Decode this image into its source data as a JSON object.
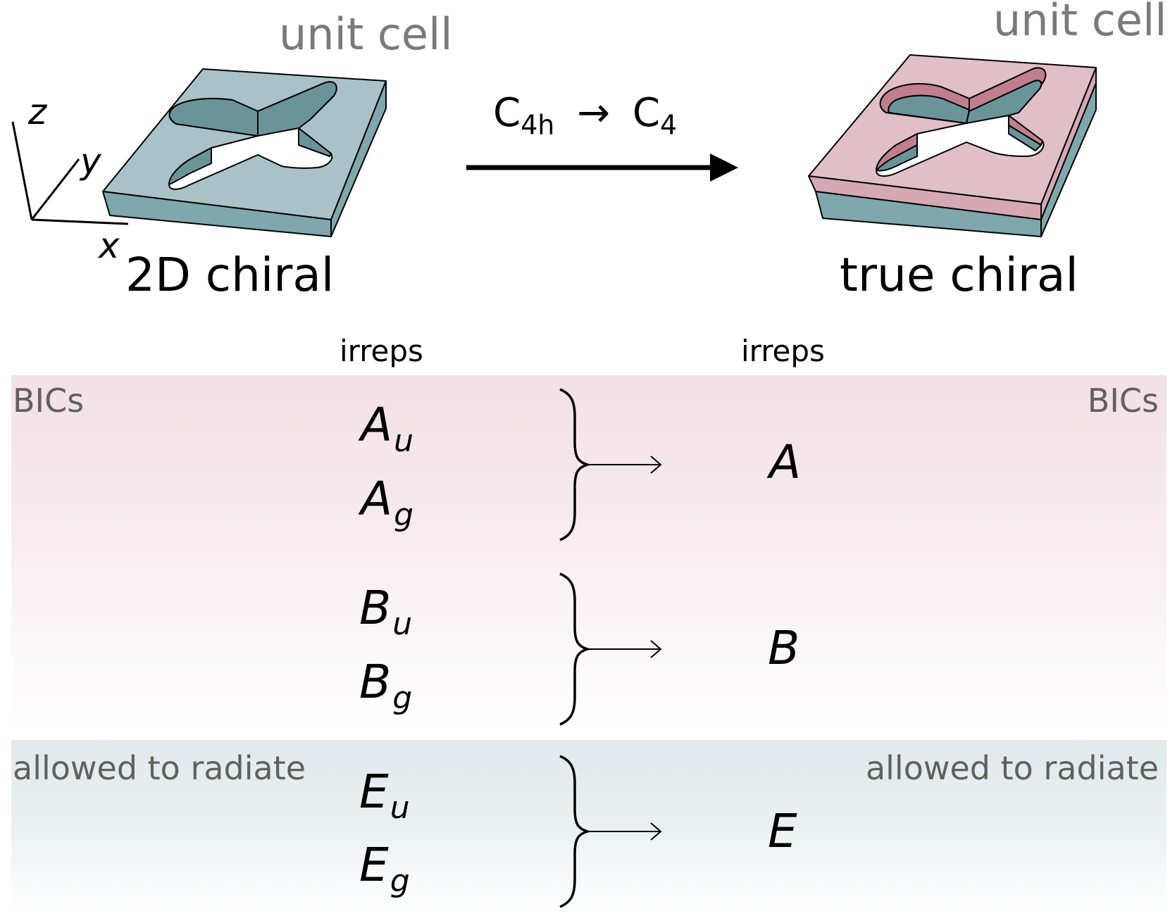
{
  "left_cell": {
    "title": "unit cell",
    "label": "2D chiral",
    "axes": {
      "z": "z",
      "y": "y",
      "x": "x"
    }
  },
  "right_cell": {
    "title": "unit cell",
    "label": "true chiral"
  },
  "transition": {
    "from": "C",
    "from_sub": "4h",
    "arrow": "→",
    "to": "C",
    "to_sub": "4"
  },
  "headers": {
    "left": "irreps",
    "right": "irreps"
  },
  "bands": {
    "bics_left": "BICs",
    "bics_right": "BICs",
    "radiate_left": "allowed to radiate",
    "radiate_right": "allowed to radiate"
  },
  "groups": [
    {
      "left": [
        {
          "base": "A",
          "sub": "u"
        },
        {
          "base": "A",
          "sub": "g"
        }
      ],
      "right": "A"
    },
    {
      "left": [
        {
          "base": "B",
          "sub": "u"
        },
        {
          "base": "B",
          "sub": "g"
        }
      ],
      "right": "B"
    },
    {
      "left": [
        {
          "base": "E",
          "sub": "u"
        },
        {
          "base": "E",
          "sub": "g"
        }
      ],
      "right": "E"
    }
  ],
  "colors": {
    "teal_top": "#a8c2c8",
    "teal_side": "#7fa7ad",
    "teal_inner": "#6a9499",
    "pink_top": "#e0bfc7",
    "pink_side": "#d6a8b3",
    "pink_inner": "#c07e8e"
  }
}
